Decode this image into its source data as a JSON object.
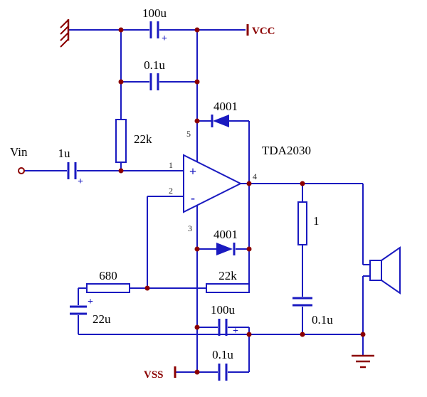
{
  "colors": {
    "wire": "#1a1ac0",
    "junction": "#8b0000",
    "power": "#8b0000",
    "label": "#000000"
  },
  "labels": {
    "vin": "Vin",
    "vcc": "VCC",
    "vss": "VSS",
    "ic_name": "TDA2030",
    "plus": "+",
    "minus": "-"
  },
  "pins": {
    "noninv": "1",
    "inv": "2",
    "vneg": "3",
    "out": "4",
    "vpos": "5"
  },
  "components": {
    "cap_vcc_bulk": "100u",
    "cap_vcc_bypass": "0.1u",
    "res_bias": "22k",
    "cap_input": "1u",
    "diode_top": "4001",
    "diode_bottom": "4001",
    "res_feedback": "22k",
    "res_gain": "680",
    "cap_gain": "22u",
    "cap_vss_bulk": "100u",
    "cap_vss_bypass": "0.1u",
    "res_zobel": "1",
    "cap_zobel": "0.1u"
  }
}
